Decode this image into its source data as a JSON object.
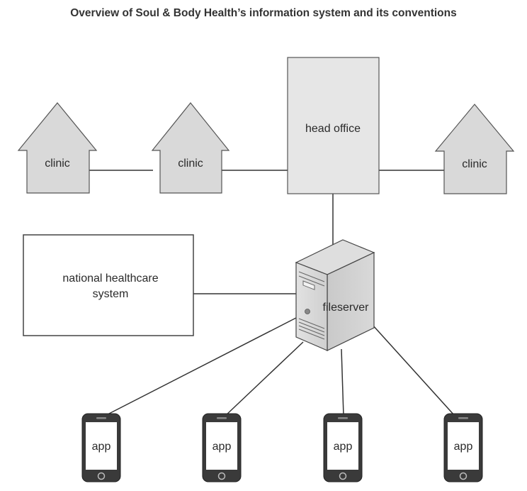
{
  "title": "Overview of Soul & Body Health’s information system and its conventions",
  "nodes": {
    "clinic_1": "clinic",
    "clinic_2": "clinic",
    "clinic_3": "clinic",
    "head_office": "head office",
    "national_system_line1": "national healthcare",
    "national_system_line2": "system",
    "fileserver": "fileserver",
    "app_1": "app",
    "app_2": "app",
    "app_3": "app",
    "app_4": "app"
  }
}
